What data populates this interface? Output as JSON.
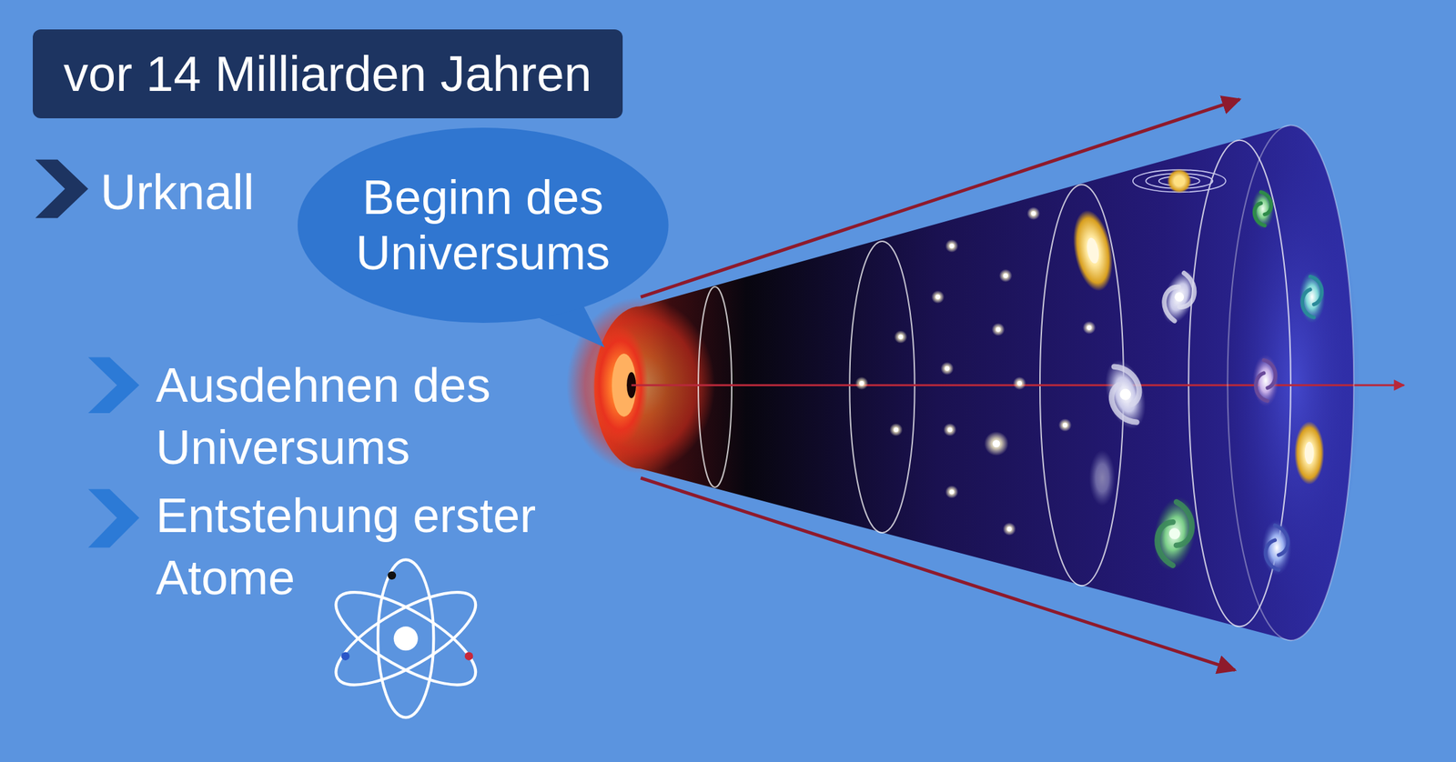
{
  "diagram": {
    "title": "vor 14 Milliarden Jahren",
    "nodes": [
      {
        "text": [
          "Beginn des Universums"
        ]
      }
    ],
    "labels": [
      "Urknall",
      "Ausdehnen des Universums",
      "Entstehung erster Atome"
    ]
  }
}
